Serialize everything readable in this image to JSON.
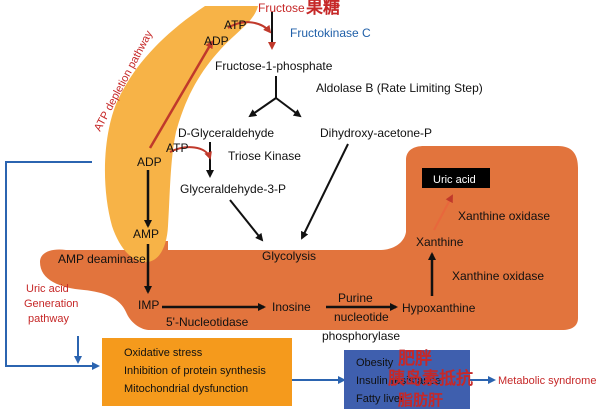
{
  "nodes": {
    "fructose": "Fructose",
    "fructose_cn": "果糖",
    "fructokinase": "Fructokinase C",
    "atp_top": "ATP",
    "adp_top": "ADP",
    "f1p": "Fructose-1-phosphate",
    "aldolase": "Aldolase B (Rate Limiting Step)",
    "dga": "D-Glyceraldehyde",
    "dhap": "Dihydroxy-acetone-P",
    "atp_mid": "ATP",
    "adp_mid": "ADP",
    "triose_kinase": "Triose Kinase",
    "g3p": "Glyceraldehyde-3-P",
    "glycolysis": "Glycolysis",
    "amp": "AMP",
    "amp_deaminase": "AMP deaminase",
    "imp": "IMP",
    "nucleotidase": "5'-Nucleotidase",
    "inosine": "Inosine",
    "pnp_1": "Purine",
    "pnp_2": "nucleotide",
    "pnp_3": "phosphorylase",
    "hypoxanthine": "Hypoxanthine",
    "xo_bottom": "Xanthine oxidase",
    "xanthine": "Xanthine",
    "xo_top": "Xanthine oxidase",
    "uric_acid": "Uric acid"
  },
  "pathways": {
    "atp_depletion": "ATP depletion pathway",
    "uric_line1": "Uric acid",
    "uric_line2": "Generation",
    "uric_line3": "pathway"
  },
  "effects": {
    "oxidative": "Oxidative stress",
    "protein": "Inhibition of protein synthesis",
    "mito": "Mitochondrial dysfunction"
  },
  "outcomes": {
    "obesity": "Obesity",
    "obesity_cn": "肥胖",
    "insulin": "Insulin resistance",
    "insulin_cn": "胰岛素抵抗",
    "fatty": "Fatty liver",
    "fatty_cn": "脂肪肝",
    "metabolic": "Metabolic syndrome"
  },
  "colors": {
    "orange_dark": "#e2743d",
    "orange_light": "#f7b347",
    "effects_box": "#f59a1c",
    "outcomes_box": "#3f5fae",
    "red_label": "#c62828",
    "blue_label": "#1f5fa8",
    "blue_arrow": "#2b64b0"
  }
}
